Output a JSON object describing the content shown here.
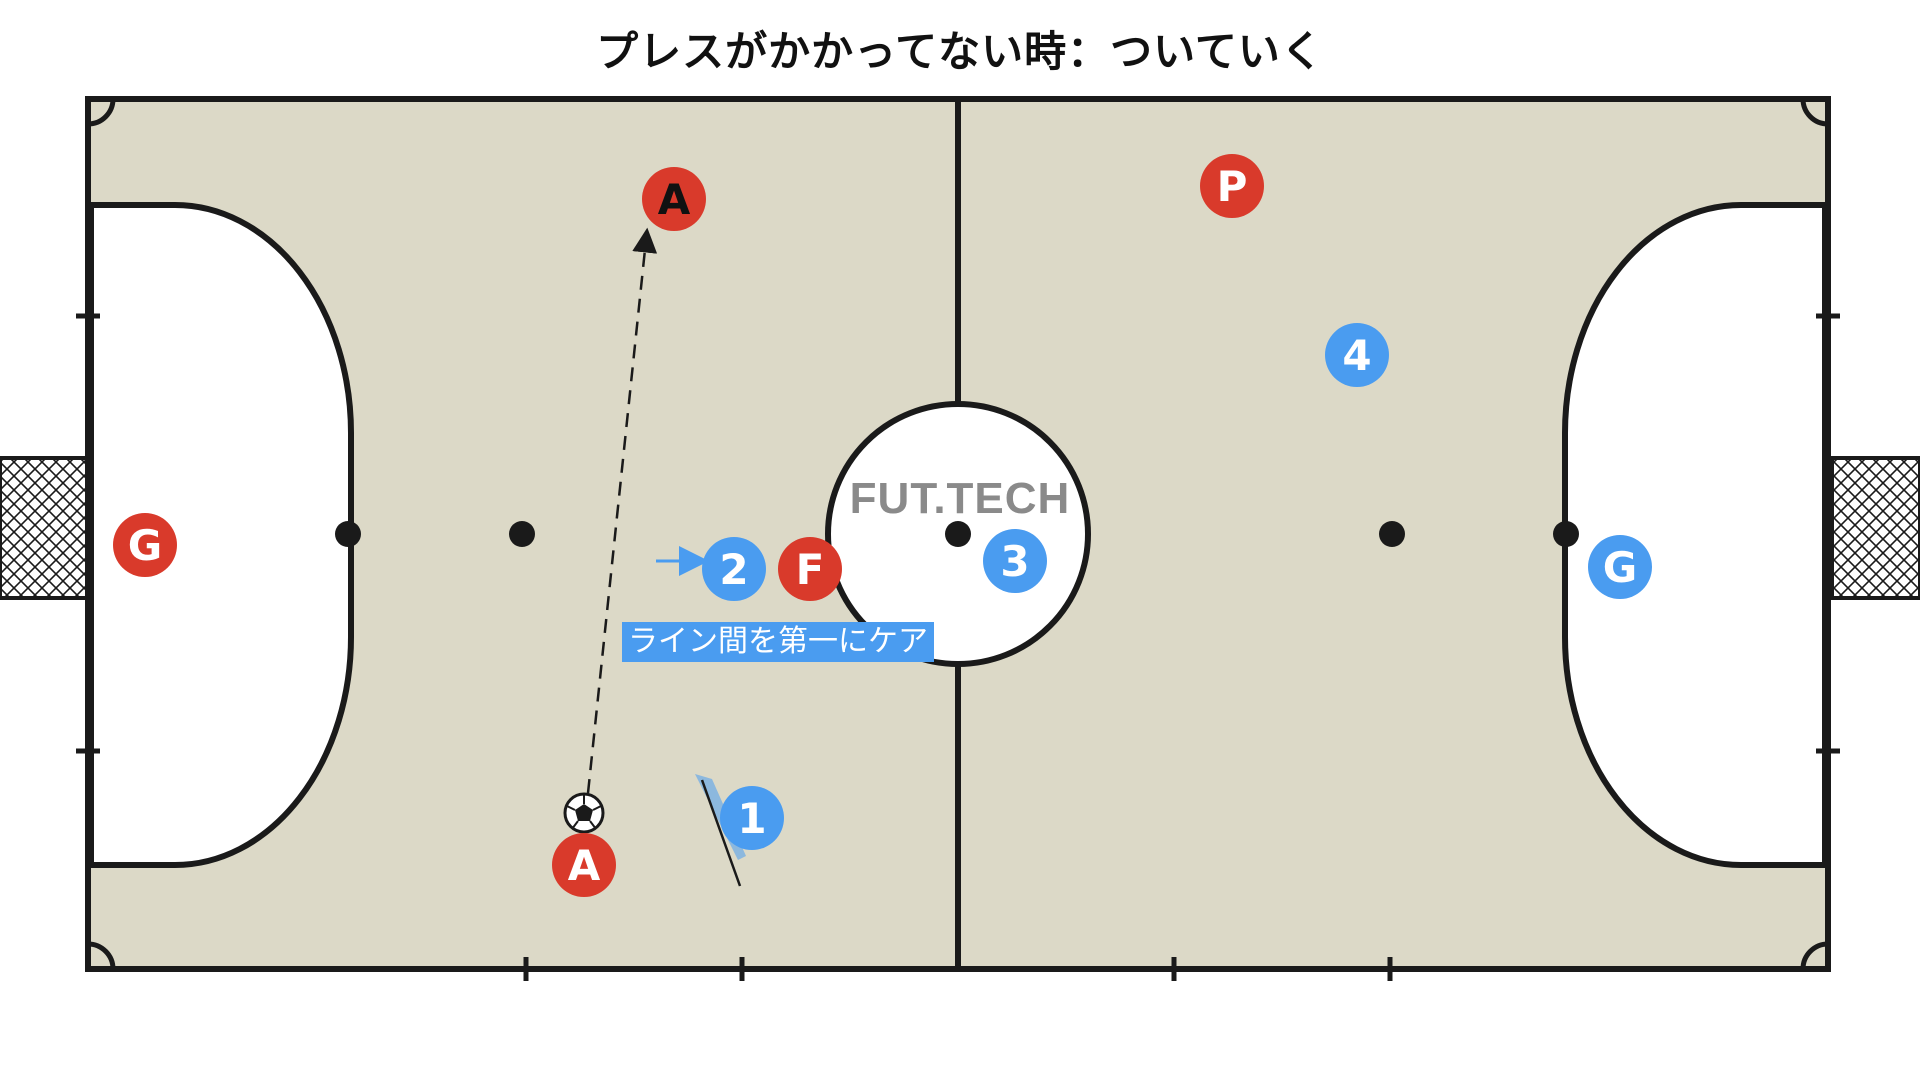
{
  "title": "プレスがかかってない時：ついていく",
  "watermark": "FUT.TECH",
  "note": "ライン間を第一にケア",
  "colors": {
    "court": "#dcd9c7",
    "area": "#ffffff",
    "lines": "#1a1a1a",
    "red_team": "#d93a2b",
    "blue_team": "#4a9cf0"
  },
  "players": {
    "red_a_top": "A",
    "red_p": "P",
    "red_g": "G",
    "red_f": "F",
    "red_a_bottom": "A",
    "blue_2": "2",
    "blue_3": "3",
    "blue_4": "4",
    "blue_1": "1",
    "blue_g": "G"
  },
  "icons": {
    "ball": "soccer-ball-icon",
    "pass": "dashed-arrow",
    "move": "blue-arrow",
    "cover": "cover-shadow"
  }
}
